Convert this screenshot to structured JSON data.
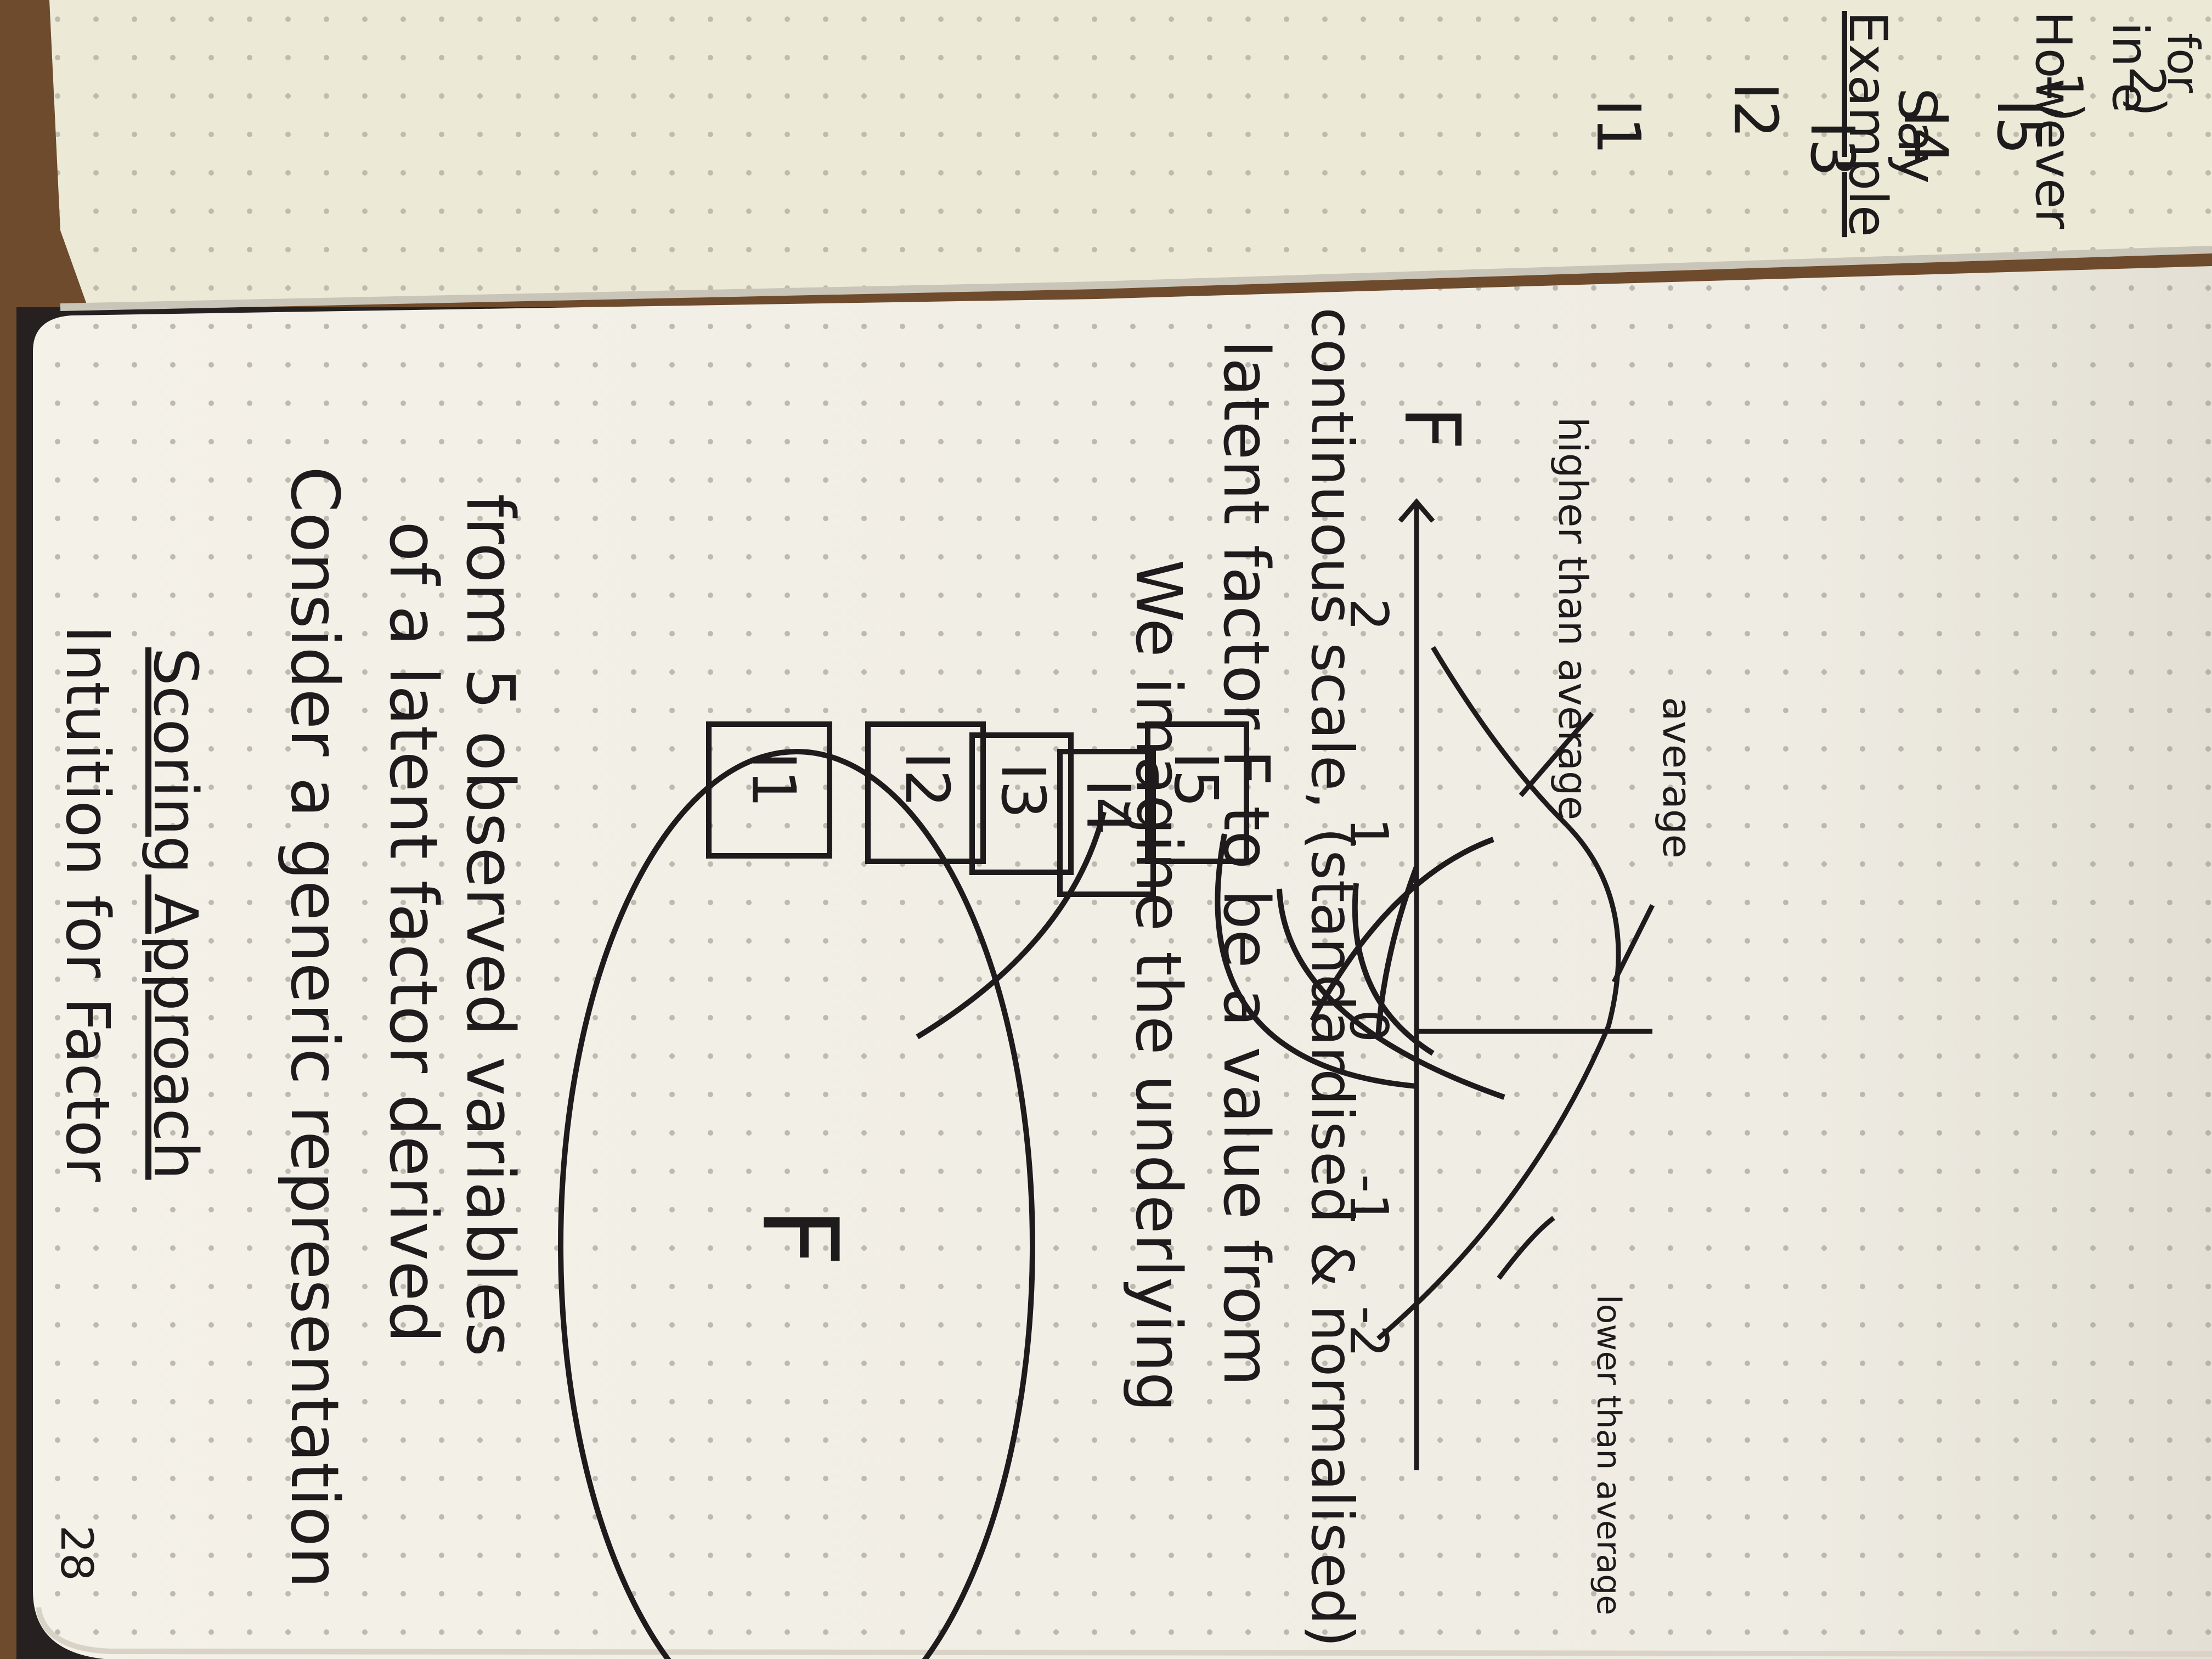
{
  "main_page": {
    "title_line1": "Intuition for Factor",
    "title_line2": "Scoring Approach",
    "intro_line1": "Consider a generic representation",
    "intro_line2": "of a latent factor derived",
    "intro_line3": "from 5 observed variables",
    "factor_label": "F",
    "indicators": [
      "I1",
      "I2",
      "I3",
      "I4",
      "I5"
    ],
    "body_line1": "We imagine the underlying",
    "body_line2": "latent factor F to be a value from",
    "body_line3": "continuous scale, (standardised & normalised)",
    "curve": {
      "label_average": "average",
      "label_higher": "higher than average",
      "label_lower": "lower than average",
      "axis_label": "F",
      "tick_labels": [
        "-2",
        "-1",
        "0",
        "1",
        "2"
      ]
    },
    "page_number": "28"
  },
  "facing_page": {
    "line1": "However",
    "line2": "in e",
    "line3": "for",
    "line4": "1)",
    "line5": "2)",
    "example_label": "Example",
    "say_label": "Say",
    "items": [
      "I1",
      "I2",
      "I3",
      "I4",
      "I5"
    ]
  }
}
